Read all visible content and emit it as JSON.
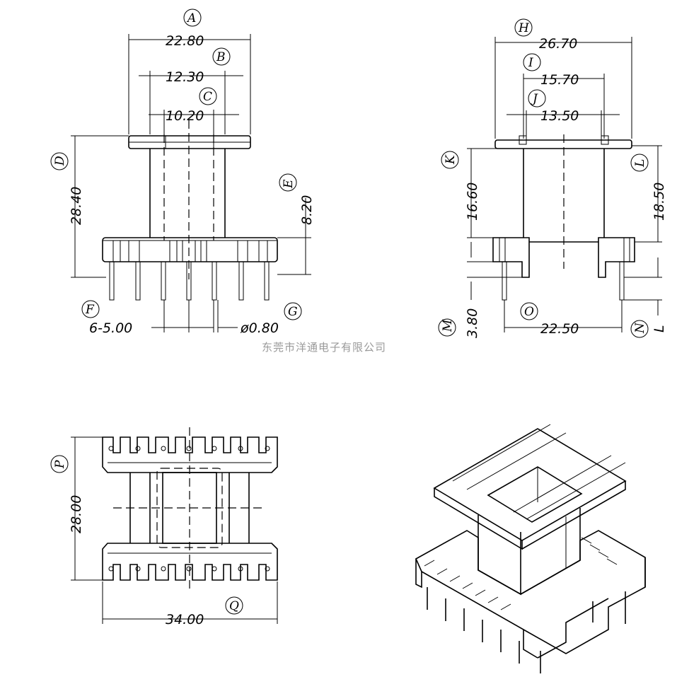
{
  "dimensions": {
    "A": {
      "label": "A",
      "value": "22.80"
    },
    "B": {
      "label": "B",
      "value": "12.30"
    },
    "C": {
      "label": "C",
      "value": "10.20"
    },
    "D": {
      "label": "D",
      "value": "28.40"
    },
    "E": {
      "label": "E",
      "value": "8.20"
    },
    "F": {
      "label": "F",
      "value": "6-5.00"
    },
    "G": {
      "label": "G",
      "value": "ø0.80"
    },
    "H": {
      "label": "H",
      "value": "26.70"
    },
    "I": {
      "label": "I",
      "value": "15.70"
    },
    "J": {
      "label": "J",
      "value": "13.50"
    },
    "K": {
      "label": "K",
      "value": "16.60"
    },
    "L": {
      "label": "L",
      "value": "18.50"
    },
    "M": {
      "label": "M",
      "value": "3.80"
    },
    "N": {
      "label": "N"
    },
    "O": {
      "label": "O",
      "value": "22.50"
    },
    "P": {
      "label": "P",
      "value": "28.00"
    },
    "Q": {
      "label": "Q",
      "value": "34.00"
    }
  },
  "watermark": "东莞市洋通电子有限公司",
  "extra_labels": {
    "L_small": "L"
  }
}
